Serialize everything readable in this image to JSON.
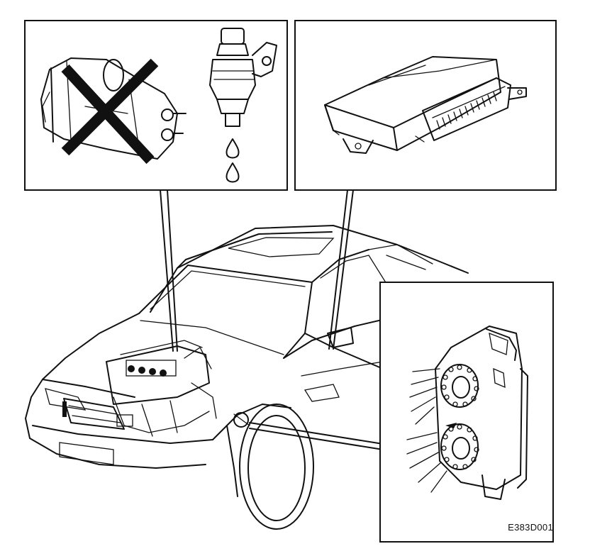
{
  "figure": {
    "code": "E383D001",
    "panels": [
      {
        "id": "starter-and-injector",
        "icons": [
          "starter-motor-icon",
          "cross-out-icon",
          "fuel-injector-icon",
          "fuel-drop-icon"
        ]
      },
      {
        "id": "control-module",
        "icons": [
          "control-module-icon"
        ]
      },
      {
        "id": "connector",
        "icons": [
          "connector-plug-icon"
        ]
      }
    ],
    "main_icon": "sedan-car-icon",
    "colors": {
      "ink": "#111111",
      "paper": "#ffffff"
    }
  }
}
